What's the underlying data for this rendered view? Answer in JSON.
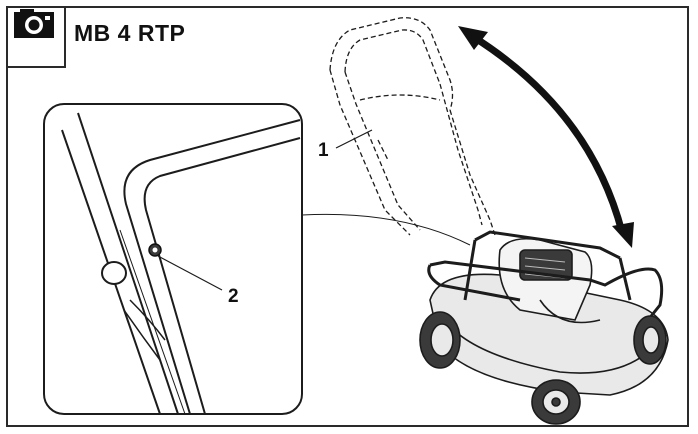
{
  "header": {
    "model": "MB 4 RTP",
    "icon": "camera-icon"
  },
  "callouts": [
    {
      "label": "1"
    },
    {
      "label": "2"
    }
  ],
  "colors": {
    "line": "#1c1c1c",
    "arrow": "#111111",
    "mower_fill": "#e9e9e9",
    "dark_part": "#3a3a3a"
  }
}
